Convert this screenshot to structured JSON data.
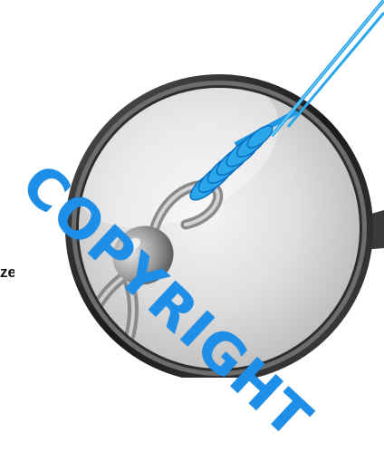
{
  "partial_caption": "ze",
  "watermark_text": "COPYRIGHT",
  "colors": {
    "line": "#29a6ec",
    "knot": "#1e96e2",
    "watermark": "#1e8fe8",
    "swivel": "#9a9a9a",
    "frame": "#2b2b2b"
  },
  "icons": [
    "magnifier-illustration",
    "swivel-icon",
    "fishing-knot-icon"
  ]
}
